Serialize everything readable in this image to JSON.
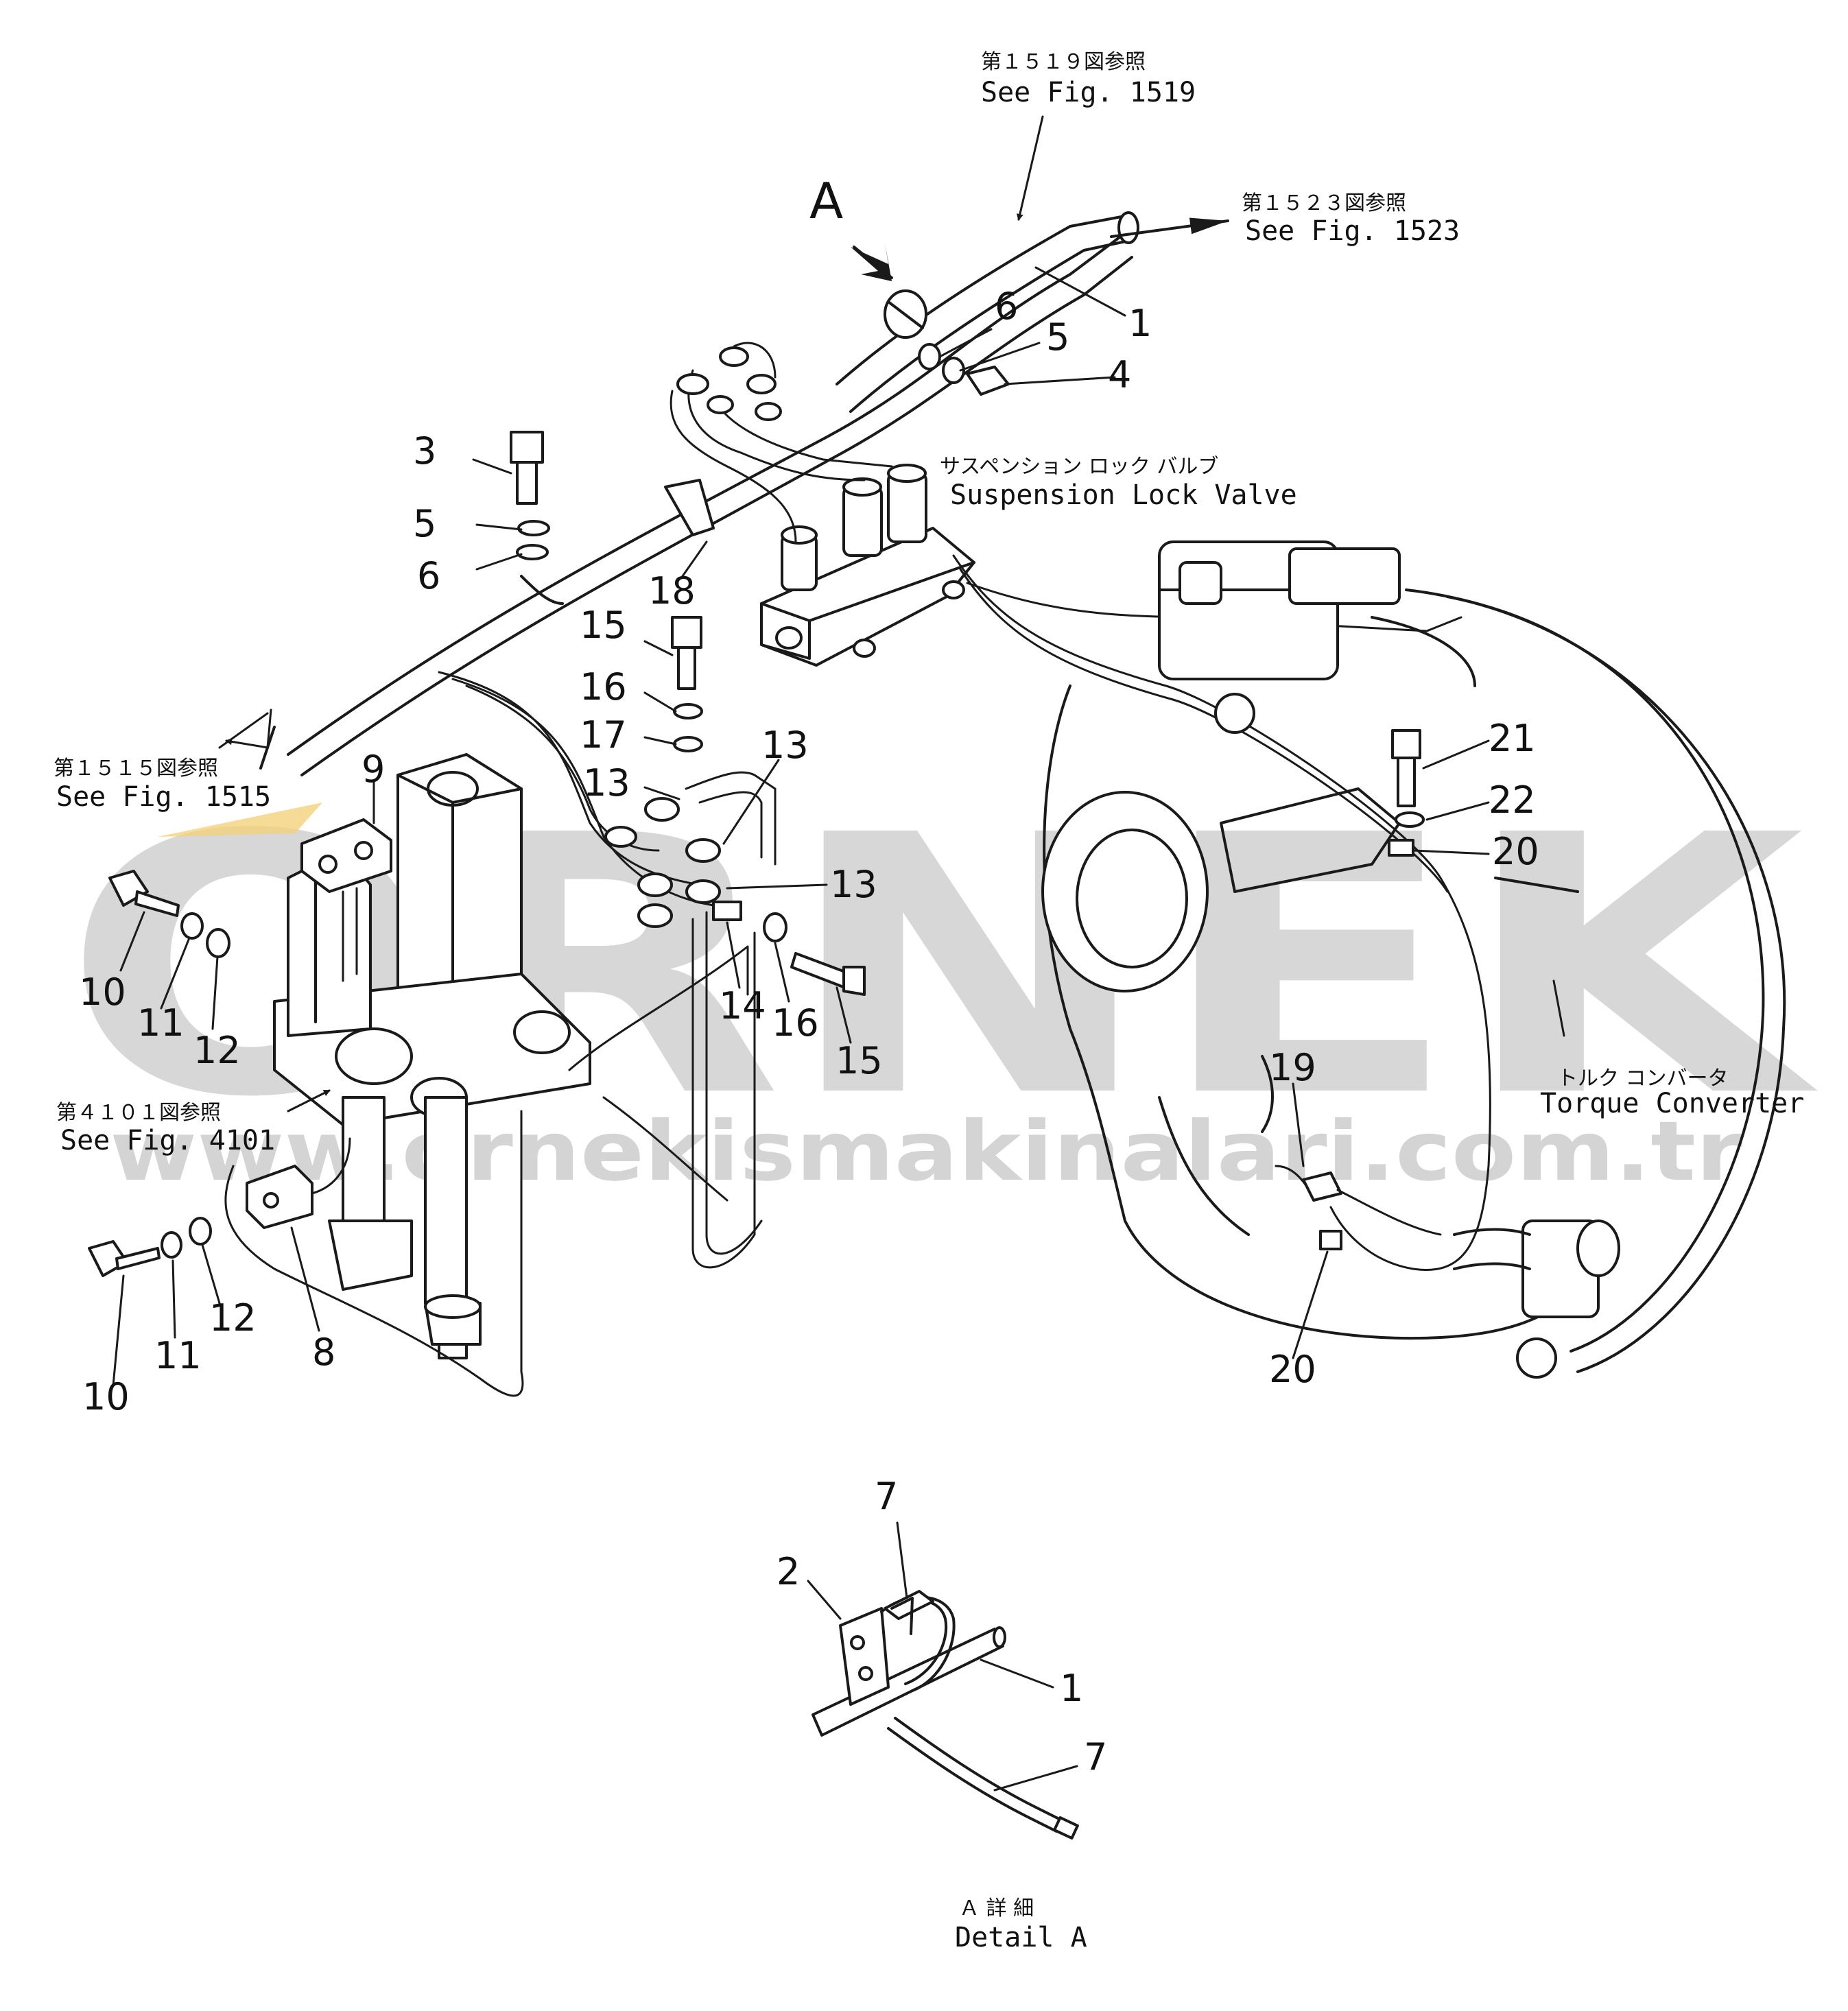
{
  "references": {
    "fig1519": {
      "jp": "第１５１９図参照",
      "en": "See Fig. 1519"
    },
    "fig1523": {
      "jp": "第１５２３図参照",
      "en": "See Fig. 1523"
    },
    "fig1515": {
      "jp": "第１５１５図参照",
      "en": "See Fig. 1515"
    },
    "fig4101": {
      "jp": "第４１０１図参照",
      "en": "See Fig. 4101"
    }
  },
  "components": {
    "suspension_lock_valve": {
      "jp": "サスペンション ロック バルブ",
      "en": "Suspension Lock Valve"
    },
    "torque_converter": {
      "jp": "トルク コンバータ",
      "en": "Torque Converter"
    }
  },
  "view_marker": "A",
  "detail": {
    "jp": "Ａ 詳 細",
    "en": "Detail A"
  },
  "callouts": {
    "c1a": "1",
    "c6a": "6",
    "c5a": "5",
    "c4": "4",
    "c3": "3",
    "c5b": "5",
    "c6b": "6",
    "c18": "18",
    "c15a": "15",
    "c16a": "16",
    "c17": "17",
    "c13a": "13",
    "c13b": "13",
    "c13c": "13",
    "c9": "9",
    "c10a": "10",
    "c11a": "11",
    "c12a": "12",
    "c14": "14",
    "c16b": "16",
    "c15b": "15",
    "c21": "21",
    "c22": "22",
    "c20a": "20",
    "c19": "19",
    "c20b": "20",
    "c10b": "10",
    "c11b": "11",
    "c12b": "12",
    "c8": "8",
    "c7a": "7",
    "c2": "2",
    "c1b": "1",
    "c7b": "7"
  },
  "watermark": {
    "brand": "ORNEK",
    "url": "www.ornekismakinalari.com.tr"
  }
}
